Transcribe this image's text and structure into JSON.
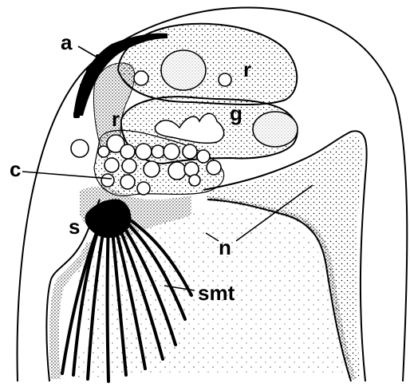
{
  "figure": {
    "labels": {
      "a": "a",
      "r_upper": "r",
      "r_lower": "r",
      "g": "g",
      "c": "c",
      "s": "s",
      "n": "n",
      "smt": "smt"
    },
    "colors": {
      "ink": "#000000",
      "paper": "#ffffff"
    }
  }
}
